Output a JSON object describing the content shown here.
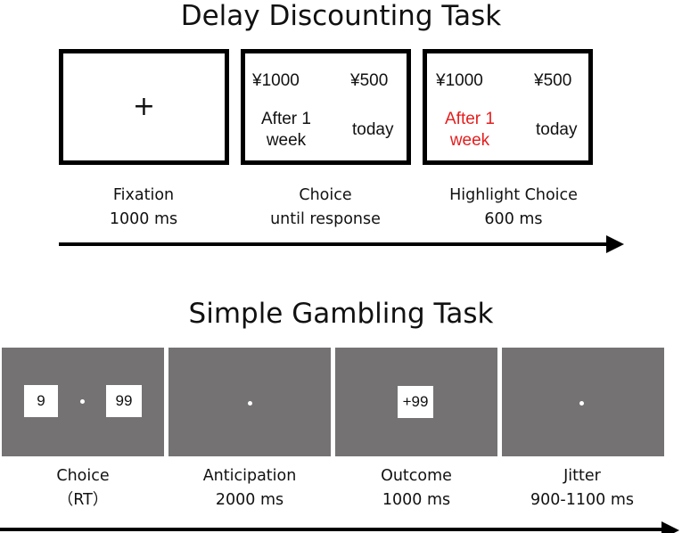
{
  "delay_task": {
    "title": "Delay Discounting Task",
    "fixation_symbol": "+",
    "choice": {
      "left_amount": "¥1000",
      "right_amount": "¥500",
      "left_delay_line1": "After 1",
      "left_delay_line2": "week",
      "right_delay": "today"
    },
    "highlight": {
      "left_amount": "¥1000",
      "right_amount": "¥500",
      "left_delay_line1": "After 1",
      "left_delay_line2": "week",
      "right_delay": "today",
      "highlight_color": "#e41e1e"
    },
    "captions": [
      {
        "line1": "Fixation",
        "line2": "1000 ms"
      },
      {
        "line1": "Choice",
        "line2": "until response"
      },
      {
        "line1": "Highlight Choice",
        "line2": "600 ms"
      }
    ]
  },
  "gambling_task": {
    "title": "Simple Gambling Task",
    "screen_color": "#747272",
    "choice_left": "9",
    "choice_right": "99",
    "outcome": "+99",
    "captions": [
      {
        "line1": "Choice",
        "line2": "（RT）"
      },
      {
        "line1": "Anticipation",
        "line2": "2000 ms"
      },
      {
        "line1": "Outcome",
        "line2": "1000 ms"
      },
      {
        "line1": "Jitter",
        "line2": "900-1100 ms"
      }
    ]
  }
}
